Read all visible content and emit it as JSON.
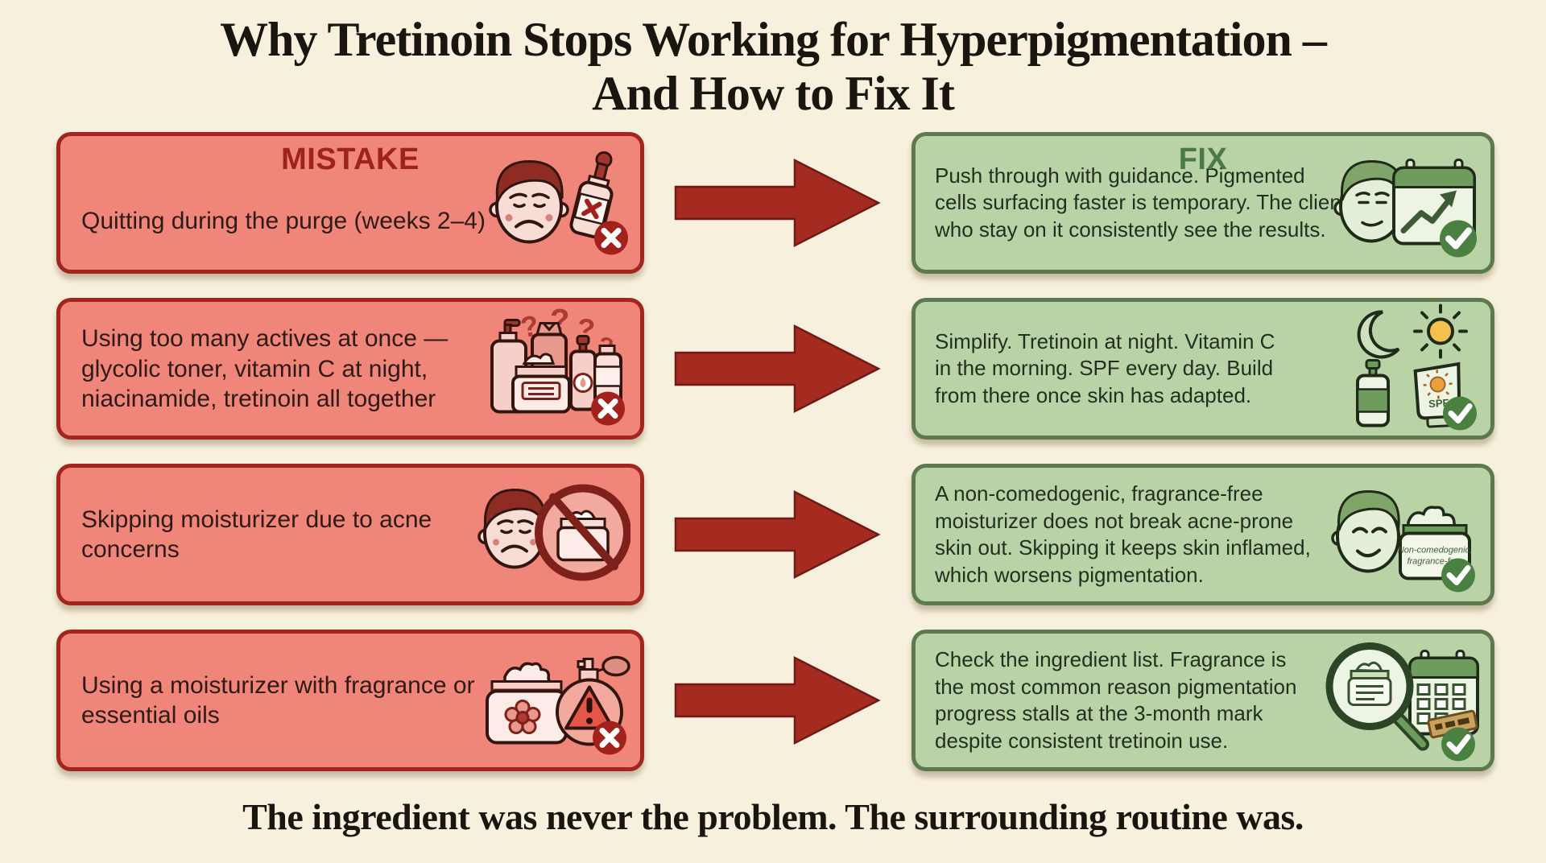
{
  "title": {
    "line1": "Why Tretinoin Stops Working for Hyperpigmentation –",
    "line2": "And How to Fix It"
  },
  "footer": "The ingredient was never the problem. The surrounding routine was.",
  "labels": {
    "mistake": "MISTAKE",
    "fix": "FIX"
  },
  "colors": {
    "bg": "#f7f0dc",
    "ink": "#191610",
    "red_fill": "#f0857a",
    "red_border": "#a3261e",
    "red_header": "#9e231c",
    "red_text": "#2e1b17",
    "green_fill": "#b9d3a7",
    "green_border": "#5c7a4e",
    "green_header": "#4c7a44",
    "green_text": "#233020",
    "arrow": "#a52b20"
  },
  "icon_text": {
    "q": "?",
    "spf": "SPF",
    "jar_label_line1": "Non-comedogenic,",
    "jar_label_line2": "fragrance-free"
  },
  "rows": [
    {
      "mistake": {
        "text": "Quitting during the purge (weeks 2–4)",
        "icons": [
          "sad-face-icon",
          "dropper-bottle-x-icon",
          "x-badge-icon"
        ]
      },
      "fix": {
        "text": "Push through with guidance. Pigmented\ncells surfacing faster is temporary. The clients\nwho stay on it consistently see the results.",
        "icons": [
          "calm-face-icon",
          "calendar-growth-icon",
          "check-badge-icon"
        ]
      }
    },
    {
      "mistake": {
        "text": "Using too many actives at once —\nglycolic toner, vitamin C at night,\nniacinamide, tretinoin all together",
        "icons": [
          "question-marks-icon",
          "pump-bottle-icon",
          "toner-bottle-icon",
          "cream-jar-icon",
          "serum-bottle-icon",
          "small-bottle-icon",
          "x-badge-icon"
        ]
      },
      "fix": {
        "text": "Simplify. Tretinoin at night. Vitamin C\nin the morning. SPF every day. Build\nfrom there once skin has adapted.",
        "icons": [
          "moon-icon",
          "sun-icon",
          "vitamin-c-dropper-icon",
          "spf-tube-icon",
          "check-badge-icon"
        ]
      }
    },
    {
      "mistake": {
        "text": "Skipping moisturizer due to acne\nconcerns",
        "icons": [
          "sad-face-icon",
          "no-moisturizer-icon"
        ]
      },
      "fix": {
        "text": "A non-comedogenic, fragrance-free\nmoisturizer does not break acne-prone\nskin out. Skipping it keeps skin inflamed,\nwhich worsens pigmentation.",
        "icons": [
          "happy-face-icon",
          "labeled-jar-icon",
          "check-badge-icon"
        ]
      }
    },
    {
      "mistake": {
        "text": "Using a moisturizer with fragrance or\nessential oils",
        "icons": [
          "fragrant-jar-icon",
          "perfume-warning-icon",
          "x-badge-icon"
        ]
      },
      "fix": {
        "text": "Check the ingredient list. Fragrance is\nthe most common reason pigmentation\nprogress stalls at the 3-month mark\ndespite consistent tretinoin use.",
        "icons": [
          "magnifier-ingredients-icon",
          "calendar-icon",
          "stamp-icon",
          "check-badge-icon"
        ]
      }
    }
  ]
}
